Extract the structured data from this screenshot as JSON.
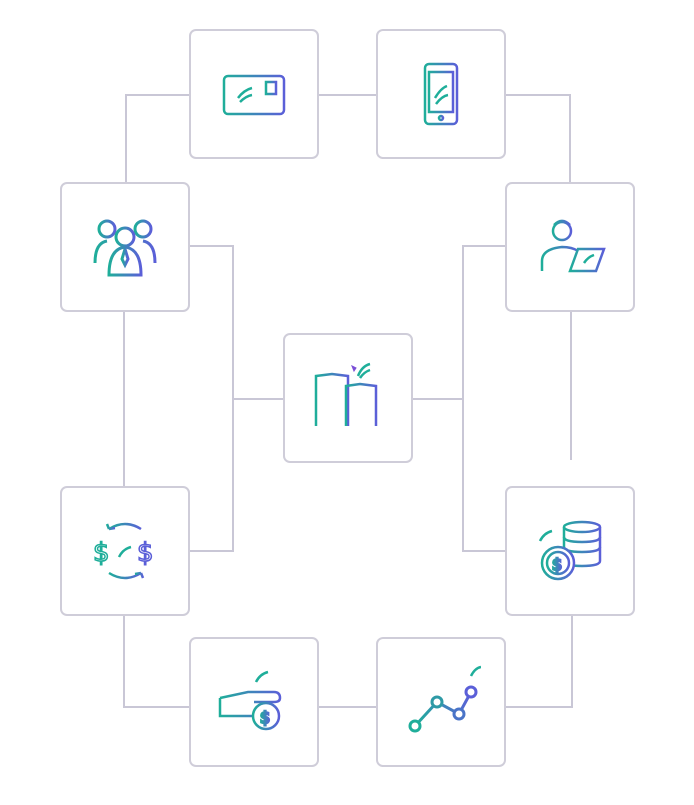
{
  "colors": {
    "line": "#c9c7d6",
    "border": "#cfcdd9",
    "teal": "#1fae9a",
    "blue": "#5b5fd8",
    "purple": "#7b4fd6"
  },
  "nodes": [
    {
      "id": "card",
      "icon": "credit-card-icon"
    },
    {
      "id": "tablet",
      "icon": "tablet-icon"
    },
    {
      "id": "team",
      "icon": "team-icon"
    },
    {
      "id": "worker",
      "icon": "person-laptop-icon"
    },
    {
      "id": "company",
      "icon": "buildings-icon"
    },
    {
      "id": "exchange",
      "icon": "currency-exchange-icon"
    },
    {
      "id": "coins",
      "icon": "coins-stack-icon"
    },
    {
      "id": "payment",
      "icon": "hand-coin-icon"
    },
    {
      "id": "growth",
      "icon": "line-chart-icon"
    }
  ]
}
